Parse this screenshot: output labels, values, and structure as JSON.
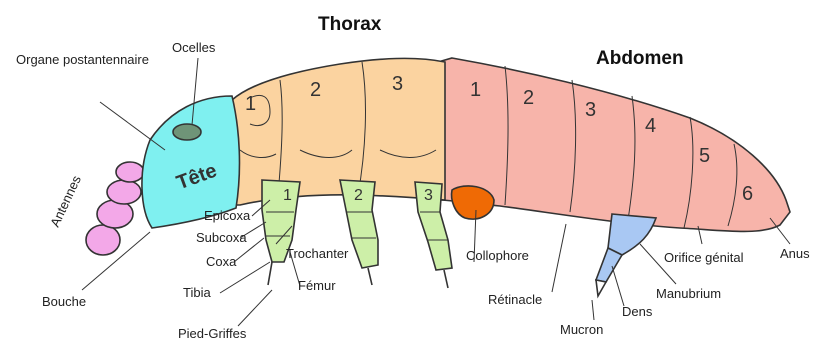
{
  "titles": {
    "thorax": "Thorax",
    "abdomen": "Abdomen"
  },
  "head_label": "Tête",
  "thorax_segments": [
    "1",
    "2",
    "3"
  ],
  "abdomen_segments": [
    "1",
    "2",
    "3",
    "4",
    "5",
    "6"
  ],
  "leg_numbers": [
    "1",
    "2",
    "3"
  ],
  "labels": {
    "organe": "Organe postantennaire",
    "ocelles": "Ocelles",
    "antennes": "Antennes",
    "epicoxa": "Epicoxa",
    "subcoxa": "Subcoxa",
    "coxa": "Coxa",
    "trochanter": "Trochanter",
    "femur": "Fémur",
    "tibia": "Tibia",
    "bouche": "Bouche",
    "pied": "Pied-Griffes",
    "collophore": "Collophore",
    "retinacle": "Rétinacle",
    "mucron": "Mucron",
    "dens": "Dens",
    "manubrium": "Manubrium",
    "orifice": "Orifice génital",
    "anus": "Anus"
  },
  "colors": {
    "head": "#7ff0f0",
    "thorax": "#fbd3a0",
    "abdomen": "#f7b4aa",
    "antenna": "#f3a8e8",
    "leg": "#cdefa8",
    "collophore": "#ef6a05",
    "furca": "#a9c8f3",
    "ocelle": "#6f9478"
  }
}
